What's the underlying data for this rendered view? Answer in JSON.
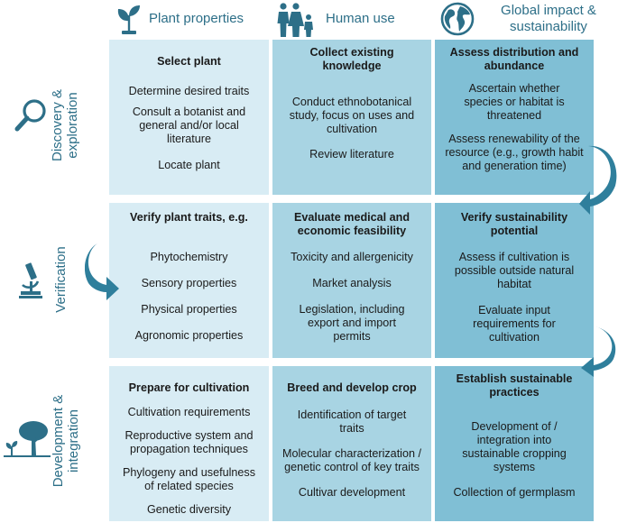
{
  "columns": [
    {
      "label": "Plant properties",
      "icon": "seedling-icon"
    },
    {
      "label": "Human use",
      "icon": "family-icon"
    },
    {
      "label_line1": "Global impact &",
      "label_line2": "sustainability",
      "icon": "globe-icon"
    }
  ],
  "rows": [
    {
      "label_line1": "Discovery &",
      "label_line2": "exploration",
      "icon": "magnifier-icon"
    },
    {
      "label": "Verification",
      "icon": "microscope-icon"
    },
    {
      "label_line1": "Development &",
      "label_line2": "integration",
      "icon": "trees-icon"
    }
  ],
  "cells": {
    "r1c1": {
      "title": "Select plant",
      "items": [
        "Determine desired traits",
        "Consult a botanist and general and/or local literature",
        "Locate plant"
      ]
    },
    "r1c2": {
      "title": "Collect existing knowledge",
      "items": [
        "Conduct ethnobotanical study, focus on uses and cultivation",
        "Review literature"
      ]
    },
    "r1c3": {
      "title": "Assess distribution and abundance",
      "items": [
        "Ascertain whether species or habitat is threatened",
        "Assess renewability of the resource (e.g., growth habit and generation time)"
      ]
    },
    "r2c1": {
      "title": "Verify plant traits, e.g.",
      "items": [
        "Phytochemistry",
        "Sensory properties",
        "Physical properties",
        "Agronomic properties"
      ]
    },
    "r2c2": {
      "title": "Evaluate medical and economic feasibility",
      "items": [
        "Toxicity and allergenicity",
        "Market analysis",
        "Legislation, including export and import permits"
      ]
    },
    "r2c3": {
      "title": "Verify sustainability potential",
      "items": [
        "Assess if cultivation is possible outside natural habitat",
        "Evaluate input requirements for cultivation"
      ]
    },
    "r3c1": {
      "title": "Prepare for cultivation",
      "items": [
        "Cultivation requirements",
        "Reproductive system and propagation techniques",
        "Phylogeny and usefulness of related species",
        "Genetic diversity"
      ]
    },
    "r3c2": {
      "title": "Breed and develop crop",
      "items": [
        "Identification of target traits",
        "Molecular characterization / genetic control of key traits",
        "Cultivar development"
      ]
    },
    "r3c3": {
      "title": "Establish sustainable practices",
      "items": [
        "Development of / integration into sustainable cropping systems",
        "Collection of germplasm"
      ]
    }
  },
  "colors": {
    "header_text": "#2d6f88",
    "col1": "#d8ecf4",
    "col2": "#a8d4e3",
    "col3": "#80bfd5",
    "arrow": "#2f7f9c"
  }
}
